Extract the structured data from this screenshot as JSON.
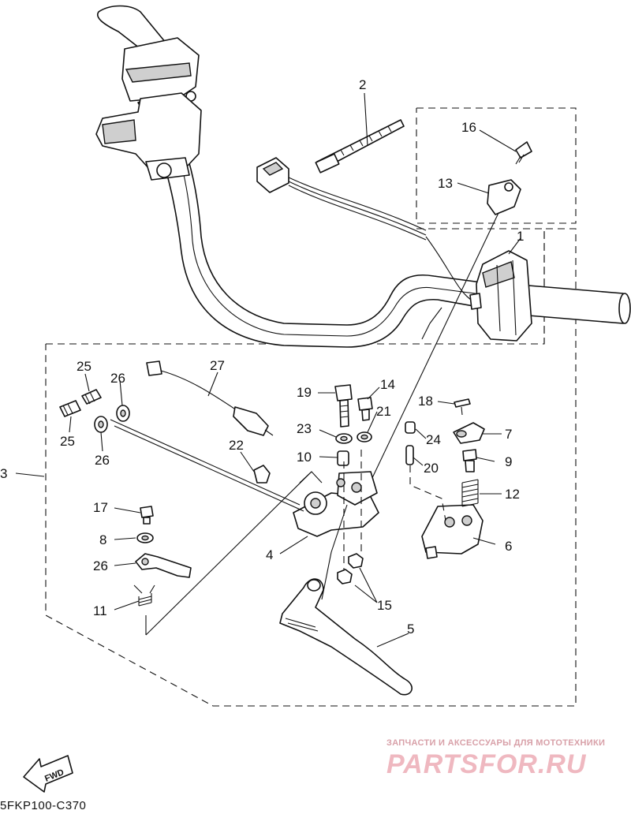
{
  "diagram": {
    "code": "5FKP100-C370",
    "fwd_label": "FWD",
    "watermark": {
      "tagline": "ЗАПЧАСТИ И АКСЕССУАРЫ ДЛЯ МОТОТЕХНИКИ",
      "brand": "PARTSFOR.RU"
    },
    "callouts": [
      {
        "id": "c1",
        "label": "1"
      },
      {
        "id": "c2",
        "label": "2"
      },
      {
        "id": "c3",
        "label": "3"
      },
      {
        "id": "c4",
        "label": "4"
      },
      {
        "id": "c5",
        "label": "5"
      },
      {
        "id": "c6",
        "label": "6"
      },
      {
        "id": "c7",
        "label": "7"
      },
      {
        "id": "c8",
        "label": "8"
      },
      {
        "id": "c9",
        "label": "9"
      },
      {
        "id": "c10",
        "label": "10"
      },
      {
        "id": "c11",
        "label": "11"
      },
      {
        "id": "c12",
        "label": "12"
      },
      {
        "id": "c13",
        "label": "13"
      },
      {
        "id": "c14",
        "label": "14"
      },
      {
        "id": "c15",
        "label": "15"
      },
      {
        "id": "c16",
        "label": "16"
      },
      {
        "id": "c17",
        "label": "17"
      },
      {
        "id": "c18",
        "label": "18"
      },
      {
        "id": "c19",
        "label": "19"
      },
      {
        "id": "c20",
        "label": "20"
      },
      {
        "id": "c21",
        "label": "21"
      },
      {
        "id": "c22",
        "label": "22"
      },
      {
        "id": "c23",
        "label": "23"
      },
      {
        "id": "c24",
        "label": "24"
      },
      {
        "id": "c25a",
        "label": "25"
      },
      {
        "id": "c25b",
        "label": "25"
      },
      {
        "id": "c26a",
        "label": "26"
      },
      {
        "id": "c26b",
        "label": "26"
      },
      {
        "id": "c27",
        "label": "27"
      }
    ]
  }
}
